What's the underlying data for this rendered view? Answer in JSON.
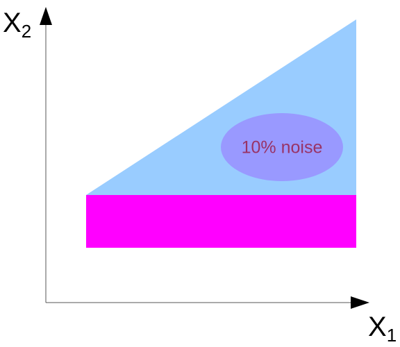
{
  "axes": {
    "x": {
      "label": "X",
      "subscript": "1"
    },
    "y": {
      "label": "X",
      "subscript": "2"
    }
  },
  "regions": {
    "triangle": {
      "color": "#99ccff"
    },
    "rectangle": {
      "color": "#ff00ff"
    },
    "noise_ellipse": {
      "color": "#9999ff",
      "text": "10% noise",
      "text_color": "#993366"
    }
  }
}
